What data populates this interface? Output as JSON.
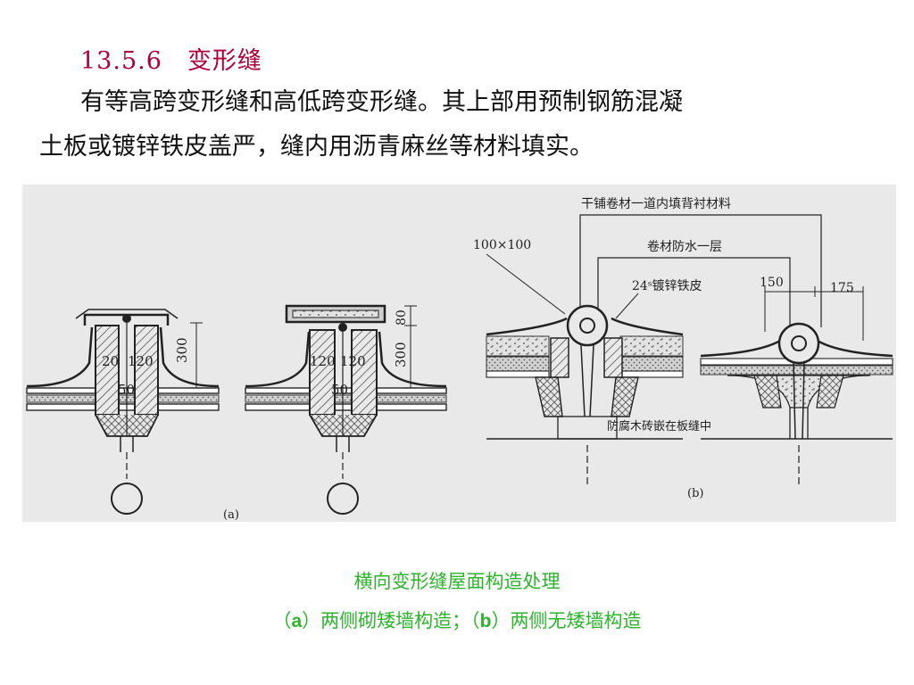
{
  "heading": {
    "number": "13.5.6",
    "title": "变形缝"
  },
  "paragraph": {
    "line1": "有等高跨变形缝和高低跨变形缝。其上部用预制钢筋混凝",
    "line2": "土板或镀锌铁皮盖严，缝内用沥青麻丝等材料填实。"
  },
  "diagram": {
    "panel_a": {
      "tag": "(a)",
      "left": {
        "dim_a": "20",
        "dim_b": "120",
        "dim_c": "50",
        "height": "300"
      },
      "right": {
        "dim_a": "120",
        "dim_b": "120",
        "dim_c": "50",
        "height": "300",
        "cap_height": "80"
      }
    },
    "panel_b": {
      "tag": "(b)",
      "label_top": "干铺卷材一道内填背衬材料",
      "label_size": "100×100",
      "label_waterproof": "卷材防水一层",
      "label_sheet": "24ˢ镀锌铁皮",
      "dim_150": "150",
      "dim_175": "175",
      "label_brick": "防腐木砖嵌在板缝中"
    }
  },
  "caption": {
    "line1": "横向变形缝屋面构造处理",
    "a_open": "（",
    "a_letter": "a",
    "a_text": "）两侧砌矮墙构造；",
    "b_open": "（",
    "b_letter": "b",
    "b_text": "）两侧无矮墙构造"
  }
}
